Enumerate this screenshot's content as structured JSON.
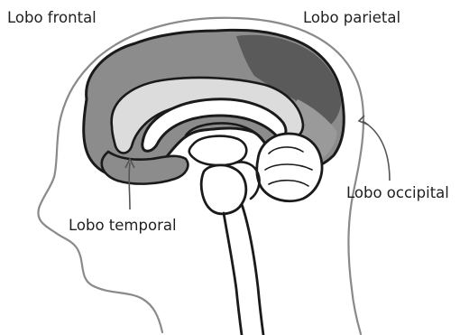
{
  "labels": {
    "frontal": "Lobo frontal",
    "parietal": "Lobo parietal",
    "occipital": "Lobo occipital",
    "temporal": "Lobo temporal"
  },
  "colors": {
    "outline": "#1a1a1a",
    "head_outline": "#8a8a8a",
    "cortex_mid": "#8c8c8c",
    "parietal_dark": "#5a5a5a",
    "inner_light": "#dcdcdc",
    "background": "#ffffff"
  }
}
